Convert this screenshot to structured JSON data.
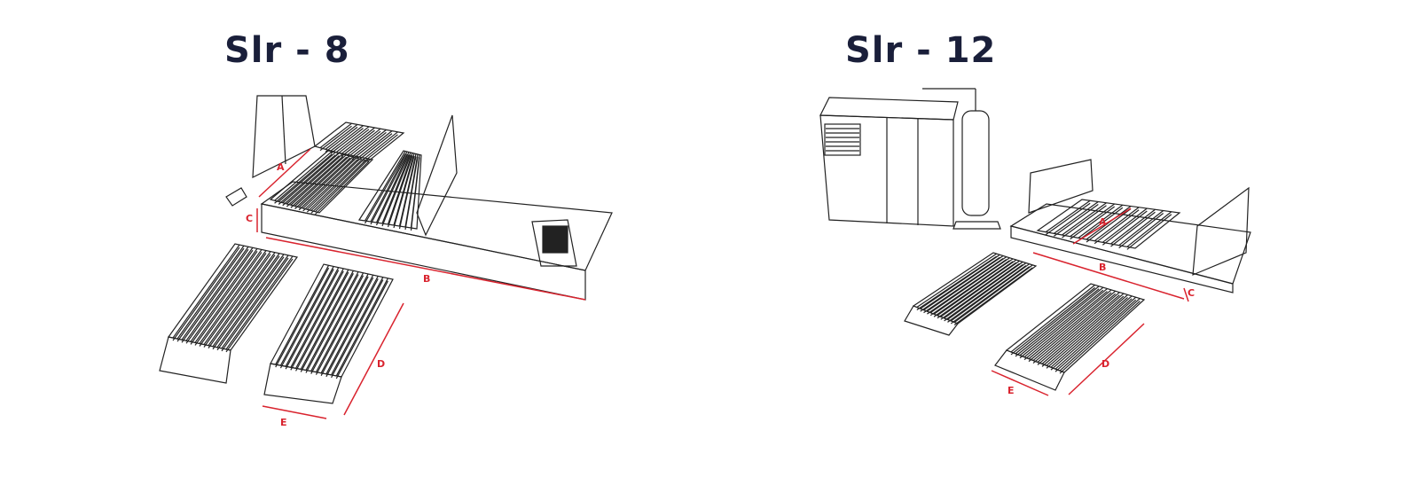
{
  "models": [
    {
      "title": "Slr - 8",
      "dimension_labels": [
        "A",
        "B",
        "C",
        "D",
        "E"
      ]
    },
    {
      "title": "Slr - 12",
      "dimension_labels": [
        "A",
        "B",
        "C",
        "D",
        "E"
      ]
    }
  ],
  "colors": {
    "title": "#1a1f3a",
    "dimension": "#d9232e",
    "line": "#222222"
  }
}
